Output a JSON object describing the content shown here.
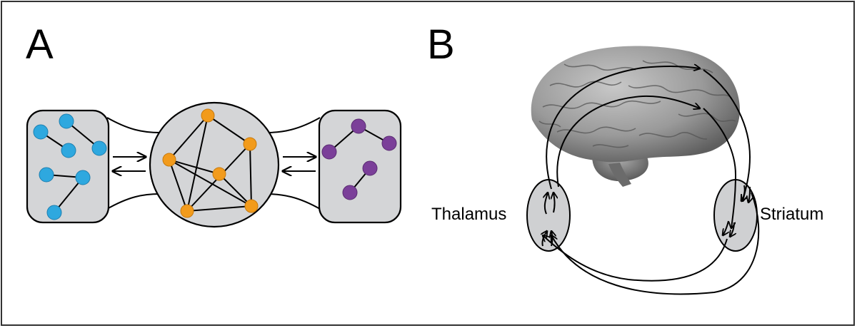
{
  "panels": {
    "a": {
      "letter": "A"
    },
    "b": {
      "letter": "B"
    }
  },
  "regions": {
    "thalamus": "Thalamus",
    "striatum": "Striatum"
  },
  "colors": {
    "module_fill": "#d4d5d7",
    "blue_node": "#2ea8df",
    "orange_node": "#f29b1c",
    "purple_node": "#7b3f99",
    "stroke": "#000000",
    "brain": "#9a9a9a"
  }
}
